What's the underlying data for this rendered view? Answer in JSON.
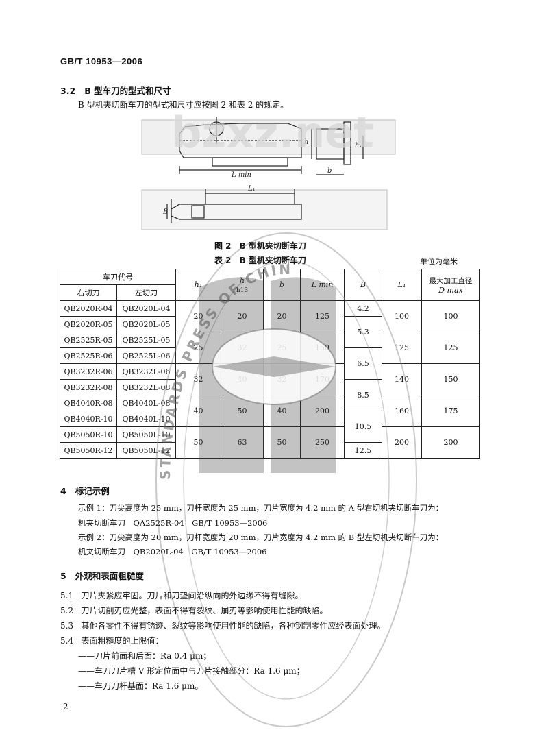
{
  "header": {
    "code": "GB/T 10953—2006"
  },
  "section_3_2": {
    "num": "3.2",
    "title": "B 型车刀的型式和尺寸",
    "intro": "B 型机夹切断车刀的型式和尺寸应按图 2 和表 2 的规定。"
  },
  "figure": {
    "caption": "图 2　B 型机夹切断车刀",
    "labels": {
      "h": "h",
      "h1": "h₁",
      "b": "b",
      "Lmin": "L min",
      "L1": "L₁",
      "B": "B"
    }
  },
  "table": {
    "caption": "表 2　B 型机夹切断车刀",
    "unit": "单位为毫米",
    "headers": {
      "code": "车刀代号",
      "right": "右切刀",
      "left": "左切刀",
      "h1": "h₁",
      "h": "h",
      "h_sub": "h13",
      "b": "b",
      "Lmin": "L min",
      "B": "B",
      "L1": "L₁",
      "dmax_line1": "最大加工直径",
      "dmax_line2": "D max"
    },
    "rows": [
      {
        "right": "QB2020R-04",
        "left": "QB2020L-04",
        "B": "4.2"
      },
      {
        "right": "QB2020R-05",
        "left": "QB2020L-05",
        "B": "5.3"
      },
      {
        "right": "QB2525R-05",
        "left": "QB2525L-05"
      },
      {
        "right": "QB2525R-06",
        "left": "QB2525L-06",
        "B": "6.5"
      },
      {
        "right": "QB3232R-06",
        "left": "QB3232L-06"
      },
      {
        "right": "QB3232R-08",
        "left": "QB3232L-08",
        "B": "8.5"
      },
      {
        "right": "QB4040R-08",
        "left": "QB4040L-08"
      },
      {
        "right": "QB4040R-10",
        "left": "QB4040L-10",
        "B": "10.5"
      },
      {
        "right": "QB5050R-10",
        "left": "QB5050L-10"
      },
      {
        "right": "QB5050R-12",
        "left": "QB5050L-12",
        "B": "12.5"
      }
    ],
    "groups": [
      {
        "h1": "20",
        "h": "20",
        "b": "20",
        "Lmin": "125",
        "L1": "100",
        "Dmax": "100"
      },
      {
        "h1": "25",
        "h": "32",
        "b": "25",
        "Lmin": "150",
        "L1": "125",
        "Dmax": "125"
      },
      {
        "h1": "32",
        "h": "40",
        "b": "32",
        "Lmin": "170",
        "L1": "140",
        "Dmax": "150"
      },
      {
        "h1": "40",
        "h": "50",
        "b": "40",
        "Lmin": "200",
        "L1": "160",
        "Dmax": "175"
      },
      {
        "h1": "50",
        "h": "63",
        "b": "50",
        "Lmin": "250",
        "L1": "200",
        "Dmax": "200"
      }
    ]
  },
  "section_4": {
    "num": "4",
    "title": "标记示例",
    "ex1_line1": "示例 1：刀尖高度为 25 mm，刀杆宽度为 25 mm，刀片宽度为 4.2 mm 的 A 型右切机夹切断车刀为：",
    "ex1_line2": "机夹切断车刀　QA2525R-04　GB/T 10953—2006",
    "ex2_line1": "示例 2：刀尖高度为 20 mm，刀杆宽度为 20 mm，刀片宽度为 4.2 mm 的 B 型左切机夹切断车刀为：",
    "ex2_line2": "机夹切断车刀　QB2020L-04　GB/T 10953—2006"
  },
  "section_5": {
    "num": "5",
    "title": "外观和表面粗糙度",
    "items": [
      {
        "num": "5.1",
        "text": "刀片夹紧应牢固。刀片和刀垫间沿纵向的外边缘不得有缝隙。"
      },
      {
        "num": "5.2",
        "text": "刀片切削刃应光整，表面不得有裂纹、崩刃等影响使用性能的缺陷。"
      },
      {
        "num": "5.3",
        "text": "其他各零件不得有锈迹、裂纹等影响使用性能的缺陷，各种钢制零件应经表面处理。"
      },
      {
        "num": "5.4",
        "text": "表面粗糙度的上限值："
      }
    ],
    "sub": [
      "——刀片前面和后面：Ra 0.4 μm；",
      "——车刀刀片槽 V 形定位面中与刀片接触部分：Ra 1.6 μm；",
      "——车刀刀杆基面：Ra 1.6 μm。"
    ]
  },
  "page_number": "2",
  "watermark": {
    "site": "bzxz.net",
    "seal": "STANDARDS PRESS OF CHINA"
  }
}
